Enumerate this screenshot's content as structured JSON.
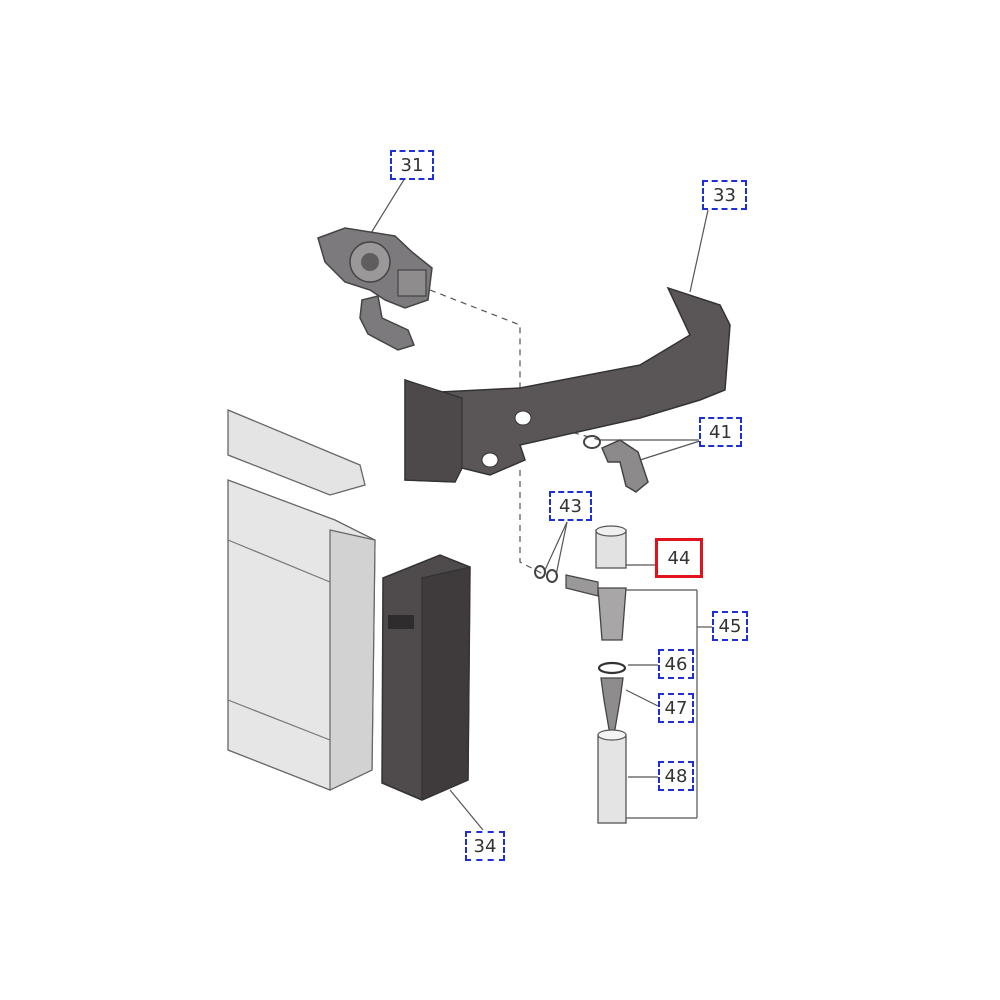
{
  "callouts": [
    {
      "id": "31",
      "label": "31",
      "selected": false
    },
    {
      "id": "33",
      "label": "33",
      "selected": false
    },
    {
      "id": "41",
      "label": "41",
      "selected": false
    },
    {
      "id": "43",
      "label": "43",
      "selected": false
    },
    {
      "id": "44",
      "label": "44",
      "selected": true
    },
    {
      "id": "45",
      "label": "45",
      "selected": false
    },
    {
      "id": "46",
      "label": "46",
      "selected": false
    },
    {
      "id": "47",
      "label": "47",
      "selected": false
    },
    {
      "id": "48",
      "label": "48",
      "selected": false
    },
    {
      "id": "34",
      "label": "34",
      "selected": false
    }
  ],
  "colors": {
    "callout_border": "#1f2fd6",
    "selected_border": "#e0121b",
    "part_dark": "#5a5658",
    "part_light": "#d9d9d9",
    "line": "#555555"
  },
  "icons": [
    "exploded-parts-diagram"
  ]
}
